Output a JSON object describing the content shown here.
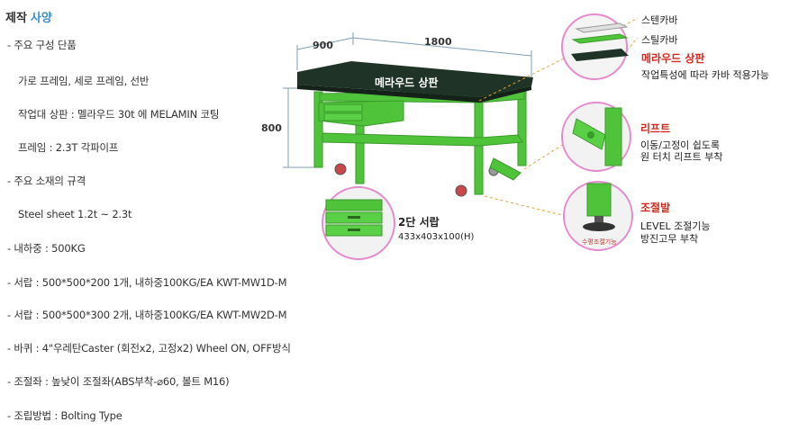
{
  "heading": {
    "part1": "제작",
    "part2": "사양"
  },
  "specs": [
    "- 주요 구성 단품",
    "가로 프레임, 세로 프레임, 선반",
    "작업대 상판 : 멜라우드 30t 에 MELAMIN  코팅",
    "프레임 : 2.3T 각파이프",
    "- 주요 소재의 규격",
    "Steel sheet 1.2t ~ 2.3t",
    "- 내하중 :  500KG",
    "- 서랍 : 500*500*200 1개,  내하중100KG/EA  KWT-MW1D-M",
    "- 서랍 : 500*500*300 2개,  내하중100KG/EA  KWT-MW2D-M",
    "- 바퀴 : 4\"우레탄Caster (회전x2, 고정x2)  Wheel ON, OFF방식",
    "- 조절좌 : 높낮이 조절좌(ABS부착-⌀60, 볼트 M16)",
    "- 조립방법 : Bolting Type"
  ],
  "dimensions": {
    "depth": "900",
    "width": "1800",
    "height": "800"
  },
  "top_label": "메라우드 상판",
  "drawer_callout": {
    "title": "2단 서랍",
    "size": "433x403x100(H)"
  },
  "cover_callout": {
    "stainless": "스텐카바",
    "steel": "스틸카바",
    "title": "메라우드 상판",
    "desc": "작업특성에 따라 카바 적용가능"
  },
  "lift_callout": {
    "title": "리프트",
    "desc1": "이동/고정이 쉽도록",
    "desc2": "원 터치 리프트 부착"
  },
  "leveler_callout": {
    "title": "조절발",
    "desc1": "LEVEL 조절기능",
    "desc2": "방진고무 부착",
    "badge": "수평조절기능"
  },
  "colors": {
    "frame": "#4fc43a",
    "frame_dark": "#3a9a2a",
    "top": "#1f3327",
    "callout_border": "#e48ccd",
    "accent": "#d2281e"
  }
}
